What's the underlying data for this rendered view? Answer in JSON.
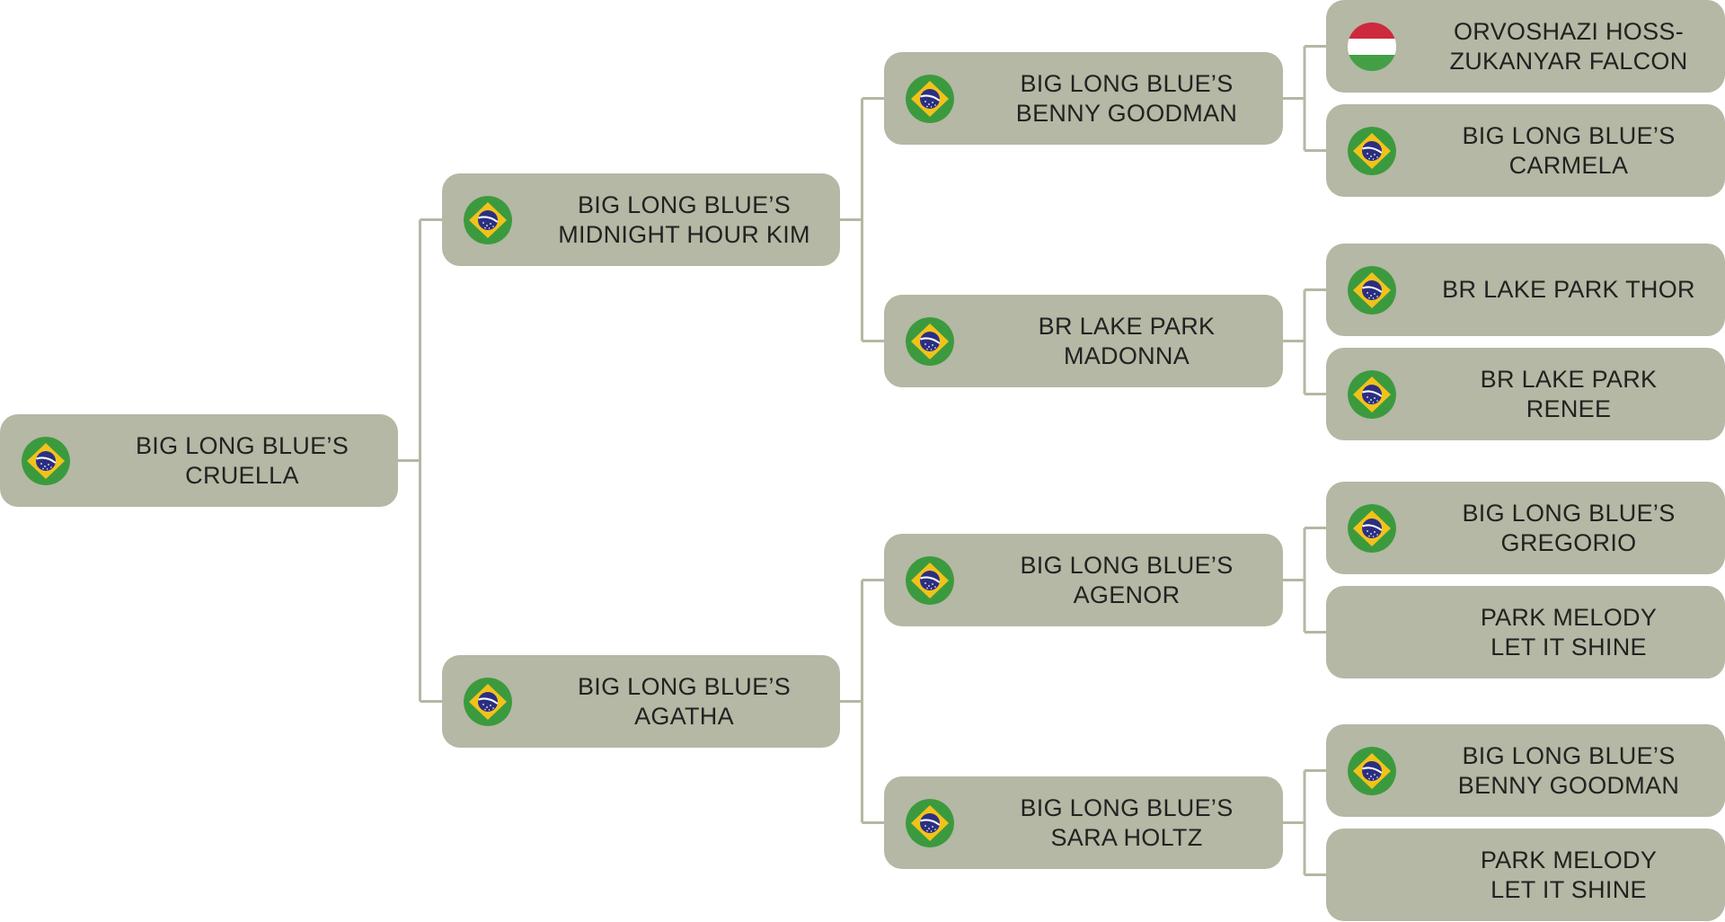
{
  "pedigree": {
    "subject": {
      "name": "BIG LONG BLUE’S\nCRUELLA",
      "flag": "brazil-flag-icon"
    },
    "sire": {
      "name": "BIG LONG BLUE’S\nMIDNIGHT HOUR KIM",
      "flag": "brazil-flag-icon"
    },
    "dam": {
      "name": "BIG LONG BLUE’S\nAGATHA",
      "flag": "brazil-flag-icon"
    },
    "sire_sire": {
      "name": "BIG LONG BLUE’S\nBENNY GOODMAN",
      "flag": "brazil-flag-icon"
    },
    "sire_dam": {
      "name": "BR LAKE PARK\nMADONNA",
      "flag": "brazil-flag-icon"
    },
    "dam_sire": {
      "name": "BIG LONG BLUE’S\nAGENOR",
      "flag": "brazil-flag-icon"
    },
    "dam_dam": {
      "name": "BIG LONG BLUE’S\nSARA HOLTZ",
      "flag": "brazil-flag-icon"
    },
    "sire_sire_sire": {
      "name": "ORVOSHAZI HOSS-\nZUKANYAR FALCON",
      "flag": "hungary-flag-icon"
    },
    "sire_sire_dam": {
      "name": "BIG LONG BLUE’S\nCARMELA",
      "flag": "brazil-flag-icon"
    },
    "sire_dam_sire": {
      "name": "BR LAKE PARK THOR",
      "flag": "brazil-flag-icon"
    },
    "sire_dam_dam": {
      "name": "BR LAKE PARK\nRENEE",
      "flag": "brazil-flag-icon"
    },
    "dam_sire_sire": {
      "name": "BIG LONG BLUE’S\nGREGORIO",
      "flag": "brazil-flag-icon"
    },
    "dam_sire_dam": {
      "name": "PARK MELODY\nLET IT SHINE",
      "flag": ""
    },
    "dam_dam_sire": {
      "name": "BIG LONG BLUE’S\nBENNY GOODMAN",
      "flag": "brazil-flag-icon"
    },
    "dam_dam_dam": {
      "name": "PARK MELODY\nLET IT SHINE",
      "flag": ""
    }
  },
  "colors": {
    "node_fill": "#b4b8a4",
    "connector": "#b4b8a4",
    "text": "#222222",
    "brazil_green": "#3c9a3e",
    "brazil_yellow": "#f2c21b",
    "brazil_blue": "#2b2f82",
    "hungary_red": "#cd2a3e",
    "hungary_white": "#ffffff",
    "hungary_green": "#43a047"
  }
}
